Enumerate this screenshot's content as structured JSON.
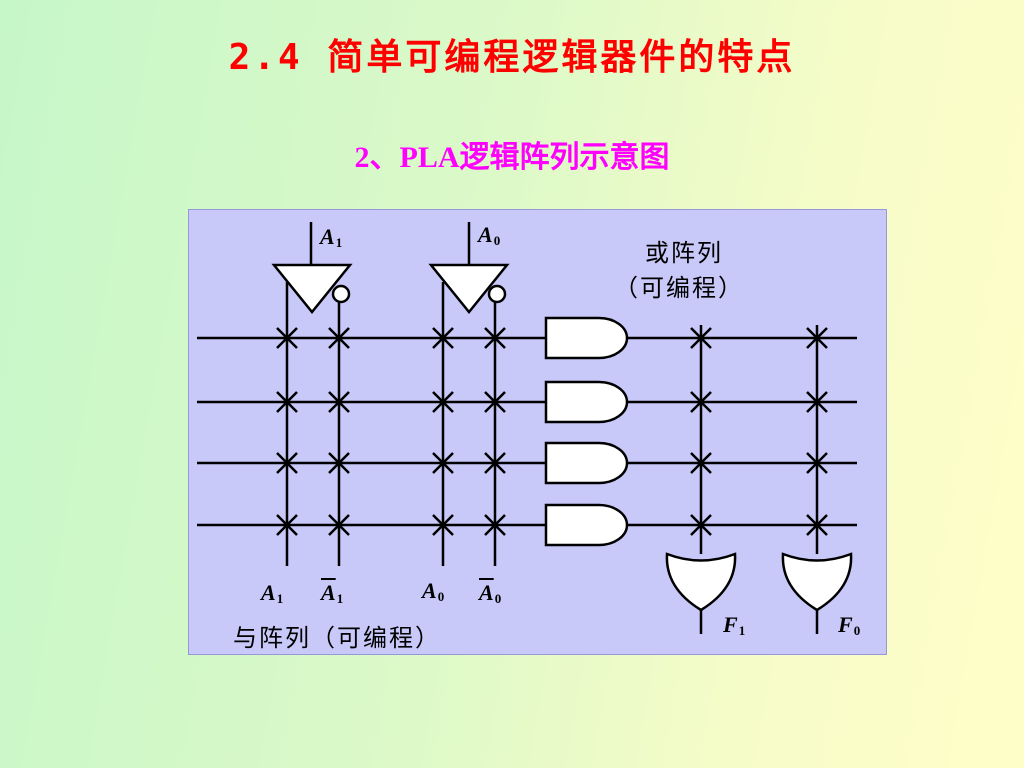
{
  "slide": {
    "title": "2.4 简单可编程逻辑器件的特点",
    "subtitle": "2、PLA逻辑阵列示意图"
  },
  "diagram": {
    "top_inputs": [
      {
        "base": "A",
        "sub": "1"
      },
      {
        "base": "A",
        "sub": "0"
      }
    ],
    "or_array_label_line1": "或阵列",
    "or_array_label_line2": "（可编程）",
    "and_array_label": "与阵列（可编程）",
    "bottom_column_labels": [
      {
        "base": "A",
        "sub": "1",
        "complement": false
      },
      {
        "base": "A",
        "sub": "1",
        "complement": true
      },
      {
        "base": "A",
        "sub": "0",
        "complement": false
      },
      {
        "base": "A",
        "sub": "0",
        "complement": true
      }
    ],
    "outputs": [
      {
        "base": "F",
        "sub": "1"
      },
      {
        "base": "F",
        "sub": "0"
      }
    ],
    "product_terms": 4,
    "and_gate_count": 4,
    "or_gate_count": 2,
    "colors": {
      "title": "#ff0000",
      "subtitle": "#ff00ff",
      "panel": "#c8c8f9",
      "line": "#000000"
    }
  }
}
